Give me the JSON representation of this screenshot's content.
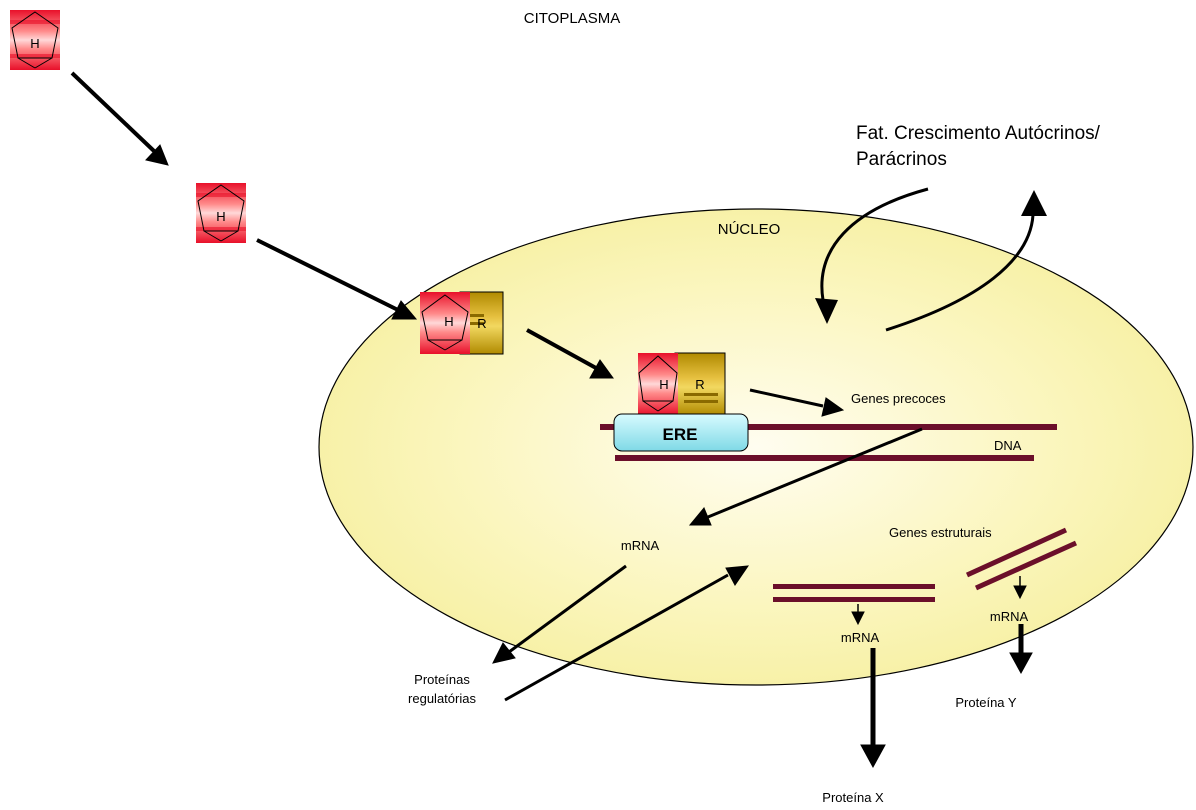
{
  "labels": {
    "cytoplasm": "CITOPLASMA",
    "nucleus": "NÚCLEO",
    "growth_factors_line1": "Fat. Crescimento Autócrinos/",
    "growth_factors_line2": "Parácrinos",
    "early_genes": "Genes precoces",
    "dna": "DNA",
    "ere": "ERE",
    "mrna_1": "mRNA",
    "mrna_2": "mRNA",
    "mrna_3": "mRNA",
    "structural_genes": "Genes estruturais",
    "regulatory_proteins_line1": "Proteínas",
    "regulatory_proteins_line2": "regulatórias",
    "protein_x": "Proteína X",
    "protein_y": "Proteína Y",
    "hormone": "H",
    "receptor": "R"
  },
  "colors": {
    "nucleus_fill": "#f5f09a",
    "dna_strand": "#6b0f2a",
    "hormone_red": "#ee1c24",
    "receptor_gold": "#c8a000",
    "ere_fill": "#a8ecf4",
    "arrow": "#000000"
  }
}
